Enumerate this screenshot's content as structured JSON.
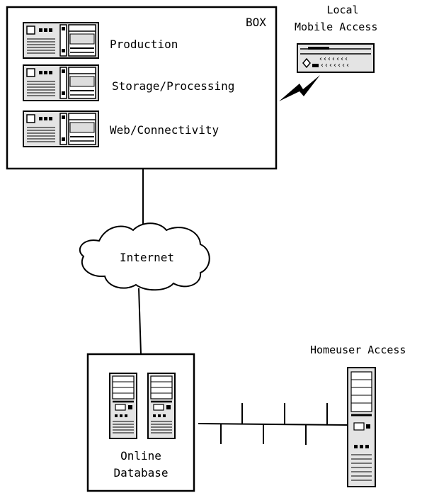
{
  "box": {
    "title": "BOX",
    "servers": [
      {
        "label": "Production"
      },
      {
        "label": "Storage/Processing"
      },
      {
        "label": "Web/Connectivity"
      }
    ]
  },
  "mobile": {
    "label_line1": "Local",
    "label_line2": "Mobile Access"
  },
  "cloud": {
    "label": "Internet"
  },
  "database": {
    "label_line1": "Online",
    "label_line2": "Database"
  },
  "homeuser": {
    "label": "Homeuser Access"
  }
}
